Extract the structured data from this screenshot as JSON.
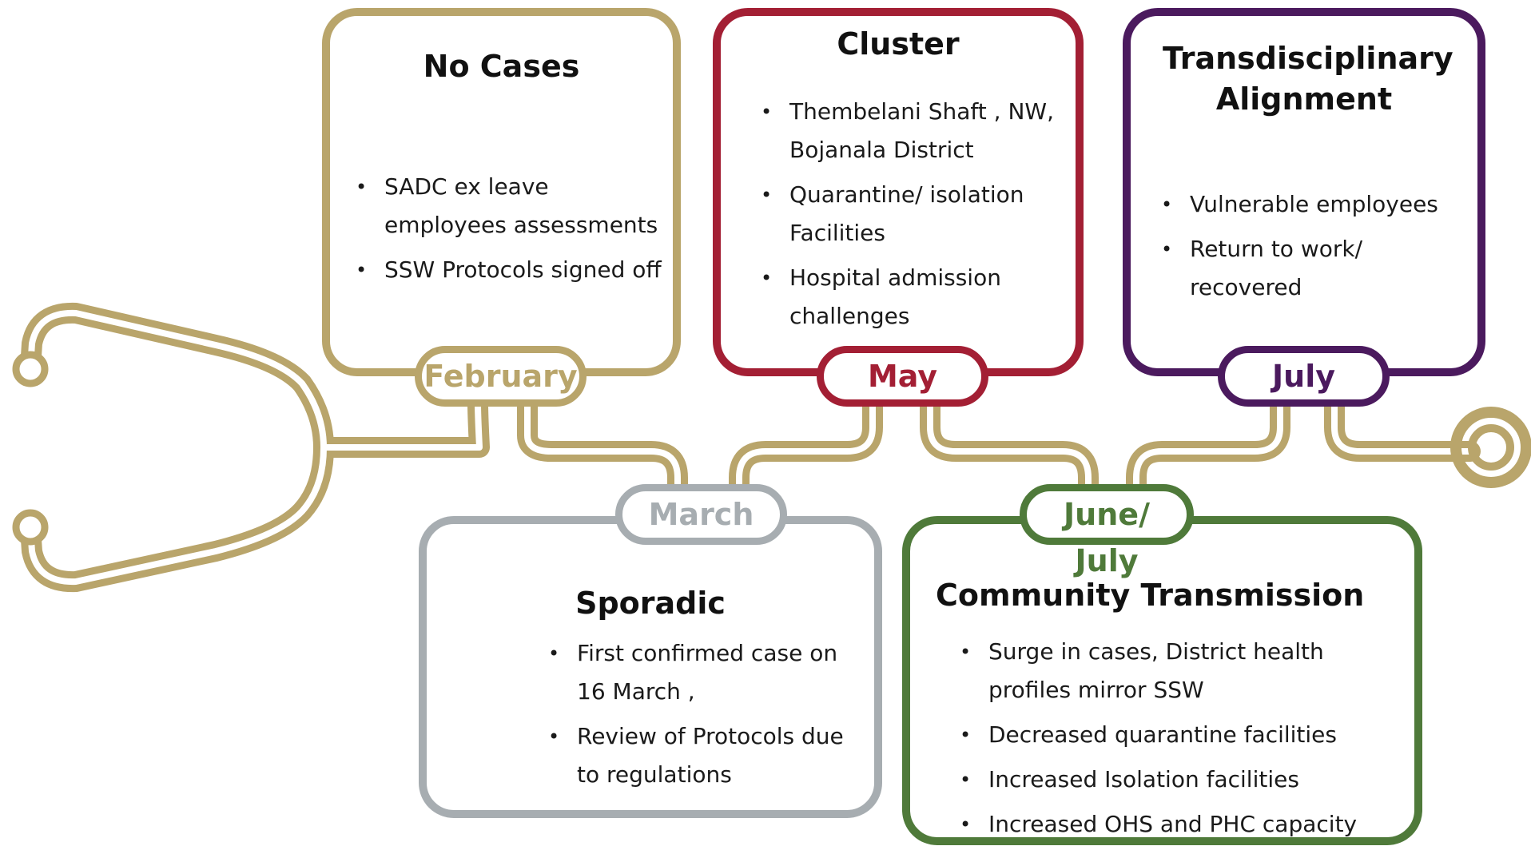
{
  "colors": {
    "gold": "#b9a56b",
    "crimson": "#a31f34",
    "purple": "#4b1a5e",
    "grey": "#a7adb1",
    "green": "#4f7a3a"
  },
  "cards": {
    "no_cases": {
      "title": "No Cases",
      "bullets": [
        "SADC ex leave employees assessments",
        "SSW Protocols signed off"
      ],
      "month": "February"
    },
    "cluster": {
      "title": "Cluster",
      "bullets": [
        "Thembelani  Shaft , NW, Bojanala District",
        "Quarantine/ isolation Facilities",
        "Hospital admission challenges"
      ],
      "month": "May"
    },
    "transdisciplinary": {
      "title": "Transdisciplinary Alignment",
      "bullets": [
        "Vulnerable employees",
        "Return to work/ recovered"
      ],
      "month": "July"
    },
    "sporadic": {
      "title": "Sporadic",
      "bullets": [
        "First confirmed case on 16 March ,",
        "Review of Protocols due to regulations"
      ],
      "month": "March"
    },
    "community": {
      "title": "Community Transmission",
      "bullets": [
        "Surge in cases, District health profiles mirror SSW",
        "Decreased quarantine facilities",
        "Increased  Isolation facilities",
        "Increased OHS and PHC capacity"
      ],
      "month": "June/ July"
    }
  }
}
